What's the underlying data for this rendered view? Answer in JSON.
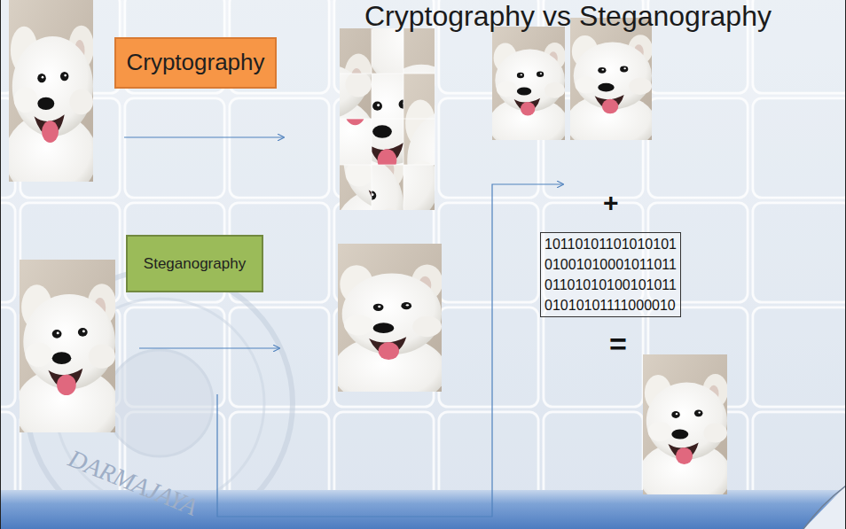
{
  "diagram": {
    "title": "Cryptography vs Steganography",
    "nodes": [
      {
        "text": [
          "Cryptography"
        ]
      },
      {
        "text": [
          "Steganography"
        ]
      },
      {
        "text": [
          "10110101101010101 01001010001011011 01101010100101011 01010101111000010"
        ]
      }
    ],
    "labels": [
      "+",
      "=",
      "DARMAJAYA"
    ]
  }
}
